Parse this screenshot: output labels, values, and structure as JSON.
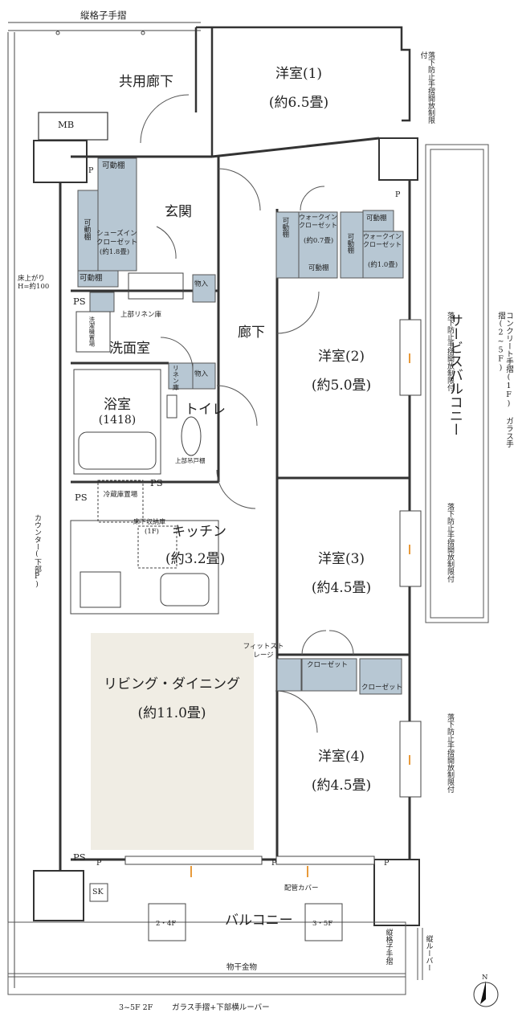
{
  "top_rail": "縦格子手摺",
  "corridor": "共用廊下",
  "mb": "MB",
  "rooms": {
    "western1": {
      "name": "洋室(1)",
      "size": "(約6.5畳)"
    },
    "western2": {
      "name": "洋室(2)",
      "size": "(約5.0畳)"
    },
    "western3": {
      "name": "洋室(3)",
      "size": "(約4.5畳)"
    },
    "western4": {
      "name": "洋室(4)",
      "size": "(約4.5畳)"
    },
    "entrance": "玄関",
    "hallway": "廊下",
    "washroom": "洗面室",
    "bath": {
      "name": "浴室",
      "size": "(1418)"
    },
    "toilet": "トイレ",
    "kitchen": {
      "name": "キッチン",
      "size": "(約3.2畳)"
    },
    "living": {
      "name": "リビング・ダイニング",
      "size": "(約11.0畳)"
    },
    "balcony": "バルコニー",
    "service_balcony": "サービスバルコニー"
  },
  "storage": {
    "movable_shelf": "可動棚",
    "shoes_closet": "シューズインクローゼット",
    "shoes_closet_size": "(約1.8畳)",
    "walkin": "ウォークインクローゼット",
    "walkin1_size": "(約0.7畳)",
    "walkin2_size": "(約1.0畳)",
    "storage": "物入",
    "linen": "リネン庫",
    "upper_linen": "上部リネン庫",
    "washer": "洗濯機置場",
    "upper_shelf": "上部吊戸棚",
    "fridge": "冷蔵庫置場",
    "floor_storage": "床下収納庫",
    "floor_storage_note": "(1F)",
    "fit_storage": "フィットストレージ",
    "closet": "クローゼット"
  },
  "notes": {
    "ps": "PS",
    "p": "P",
    "sk": "SK",
    "floor_raise": "床上がり",
    "floor_raise_h": "H=約100",
    "counter": "カウンター(下部P)",
    "window_note": "落下防止手摺開放制限付",
    "railing_right": "コンクリート手摺(1F) ガラス手摺(2~5F)",
    "pipe_cover": "配管カバー",
    "vert_rail": "縦格子手摺",
    "vert_louver": "縦ルーバー",
    "drying": "物干金物",
    "bottom_rail_floors": "3~5F 2F",
    "bottom_rail": "ガラス手摺+下部横ルーバー",
    "aircon1": "2・4F",
    "aircon2": "3・5F",
    "north": "N"
  }
}
